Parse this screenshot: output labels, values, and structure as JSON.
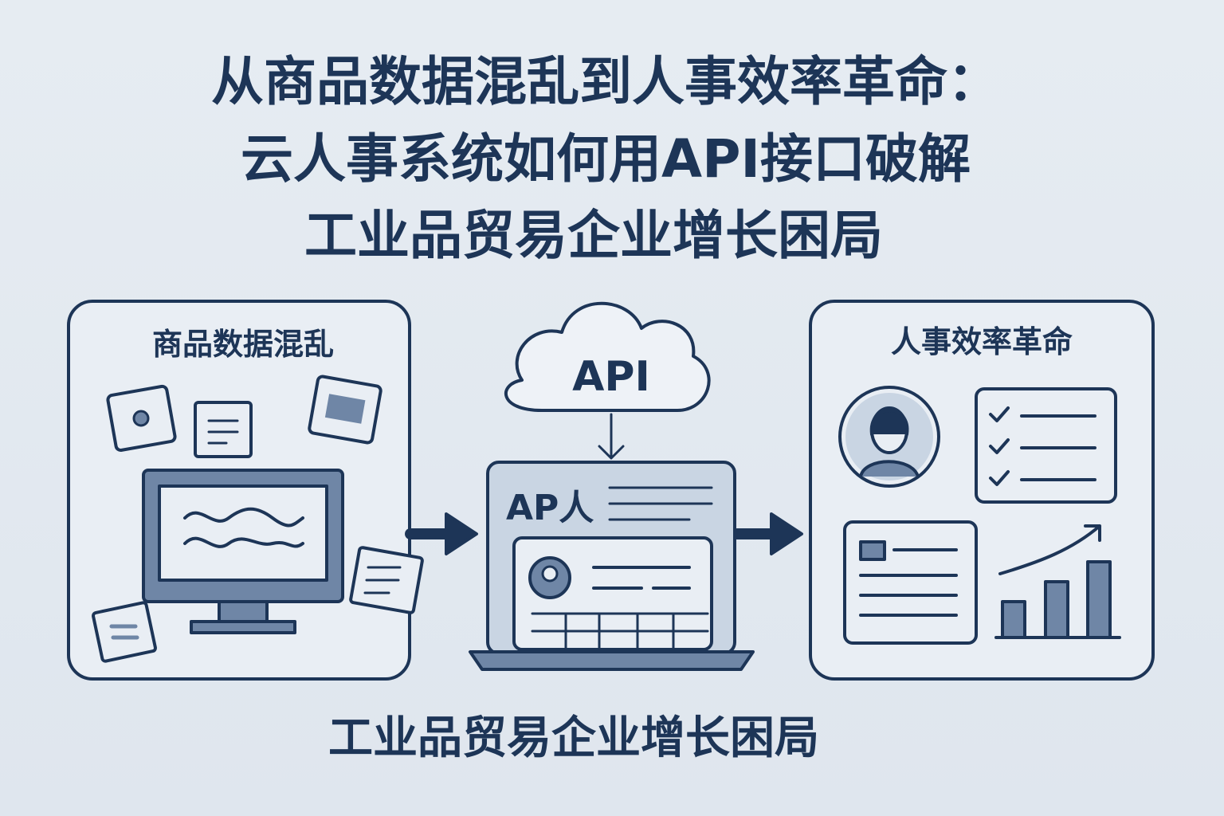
{
  "title": {
    "line1": "从商品数据混乱到人事效率革命：",
    "line2": "云人事系统如何用API接口破解",
    "line3": "工业品贸易企业增长困局"
  },
  "left_panel": {
    "label": "商品数据混乱"
  },
  "middle": {
    "cloud_label": "API",
    "laptop_label": "AP人"
  },
  "right_panel": {
    "label": "人事效率革命"
  },
  "footer": {
    "caption": "工业品贸易企业增长困局"
  },
  "colors": {
    "navy": "#1d3557",
    "fill": "#c9d5e3",
    "mid": "#6f86a6",
    "bg": "#e3e9f0"
  }
}
